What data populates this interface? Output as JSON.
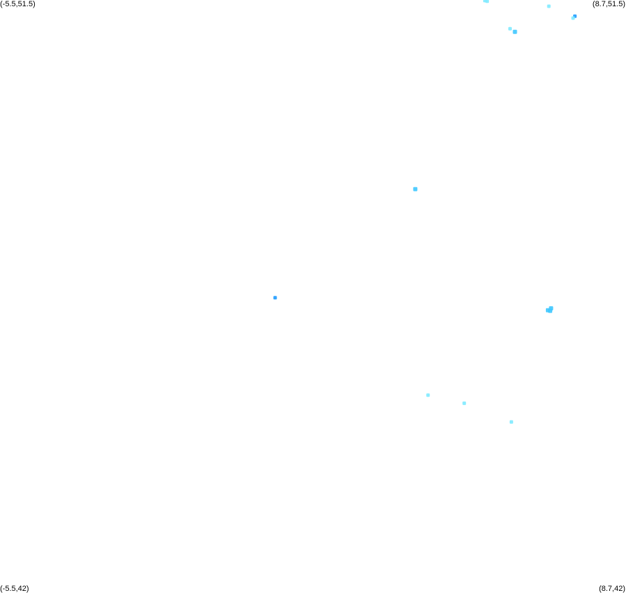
{
  "corners": {
    "top_left": "(-5.5,51.5)",
    "top_right": "(8.7,51.5)",
    "bottom_left": "(-5.5,42)",
    "bottom_right": "(8.7,42)"
  },
  "colors": {
    "background": "#ffffff",
    "point_light": "#7feaff",
    "point_mid": "#3fc8ff",
    "point_dark": "#1e9bff"
  },
  "chart_data": {
    "type": "scatter",
    "xlim": [
      -5.5,
      8.7
    ],
    "ylim": [
      42,
      51.5
    ],
    "grid": false,
    "points": [
      {
        "lon": 5.5,
        "lat": 51.49,
        "shade": "light"
      },
      {
        "lon": 5.55,
        "lat": 51.48,
        "shade": "light"
      },
      {
        "lon": 6.95,
        "lat": 51.4,
        "shade": "light"
      },
      {
        "lon": 7.54,
        "lat": 51.24,
        "shade": "dark"
      },
      {
        "lon": 7.5,
        "lat": 51.21,
        "shade": "light"
      },
      {
        "lon": 6.07,
        "lat": 51.04,
        "shade": "light"
      },
      {
        "lon": 6.18,
        "lat": 50.99,
        "shade": "mid"
      },
      {
        "lon": 3.92,
        "lat": 48.47,
        "shade": "mid"
      },
      {
        "lon": 0.74,
        "lat": 46.73,
        "shade": "dark"
      },
      {
        "lon": 7.0,
        "lat": 46.56,
        "shade": "mid"
      },
      {
        "lon": 6.93,
        "lat": 46.53,
        "shade": "mid"
      },
      {
        "lon": 6.98,
        "lat": 46.52,
        "shade": "mid"
      },
      {
        "lon": 4.21,
        "lat": 45.17,
        "shade": "light"
      },
      {
        "lon": 5.03,
        "lat": 45.04,
        "shade": "light"
      },
      {
        "lon": 6.1,
        "lat": 44.74,
        "shade": "light"
      }
    ]
  }
}
